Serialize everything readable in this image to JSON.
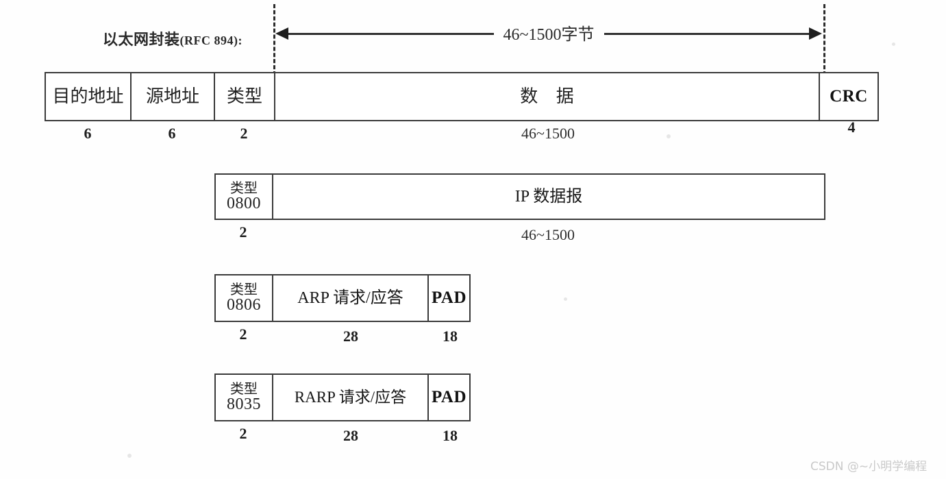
{
  "figure": {
    "title": "以太网封装 (RFC 894) 帧格式",
    "encapsulation_label_cn": "以太网封装",
    "encapsulation_label_rfc": "(RFC 894):",
    "span_label": "46~1500字节"
  },
  "rows": [
    {
      "id": "ethernet-frame",
      "name": "ethernet-frame-row",
      "cells": [
        {
          "name": "dest-address-field",
          "label": "目的地址",
          "size": "6",
          "style": "cn"
        },
        {
          "name": "source-address-field",
          "label": "源地址",
          "size": "6",
          "style": "cn"
        },
        {
          "name": "type-field",
          "label": "类型",
          "size": "2",
          "style": "cn"
        },
        {
          "name": "data-field",
          "label": "数 据",
          "size": "46~1500",
          "style": "cn-wide"
        },
        {
          "name": "crc-field",
          "label": "CRC",
          "size": "4",
          "style": "lat"
        }
      ]
    },
    {
      "id": "ip-datagram",
      "name": "ip-datagram-row",
      "cells": [
        {
          "name": "type-0800-field",
          "label_top": "类型",
          "label_bottom": "0800",
          "size": "2",
          "style": "type"
        },
        {
          "name": "ip-datagram-field",
          "label": "IP 数据报",
          "size": "46~1500",
          "style": "mixed"
        }
      ]
    },
    {
      "id": "arp-packet",
      "name": "arp-packet-row",
      "cells": [
        {
          "name": "type-0806-field",
          "label_top": "类型",
          "label_bottom": "0806",
          "size": "2",
          "style": "type"
        },
        {
          "name": "arp-request-reply-field",
          "label": "ARP 请求/应答",
          "size": "28",
          "style": "mixed"
        },
        {
          "name": "arp-pad-field",
          "label": "PAD",
          "size": "18",
          "style": "lat"
        }
      ]
    },
    {
      "id": "rarp-packet",
      "name": "rarp-packet-row",
      "cells": [
        {
          "name": "type-8035-field",
          "label_top": "类型",
          "label_bottom": "8035",
          "size": "2",
          "style": "type"
        },
        {
          "name": "rarp-request-reply-field",
          "label": "RARP 请求/应答",
          "size": "28",
          "style": "mixed"
        },
        {
          "name": "rarp-pad-field",
          "label": "PAD",
          "size": "18",
          "style": "lat"
        }
      ]
    }
  ],
  "watermark": {
    "text": "CSDN @~小明学编程"
  },
  "colors": {
    "stroke": "#3a3a3a",
    "text": "#1a1a1a",
    "background": "#fefefe",
    "watermark": "#c9c9c9"
  }
}
